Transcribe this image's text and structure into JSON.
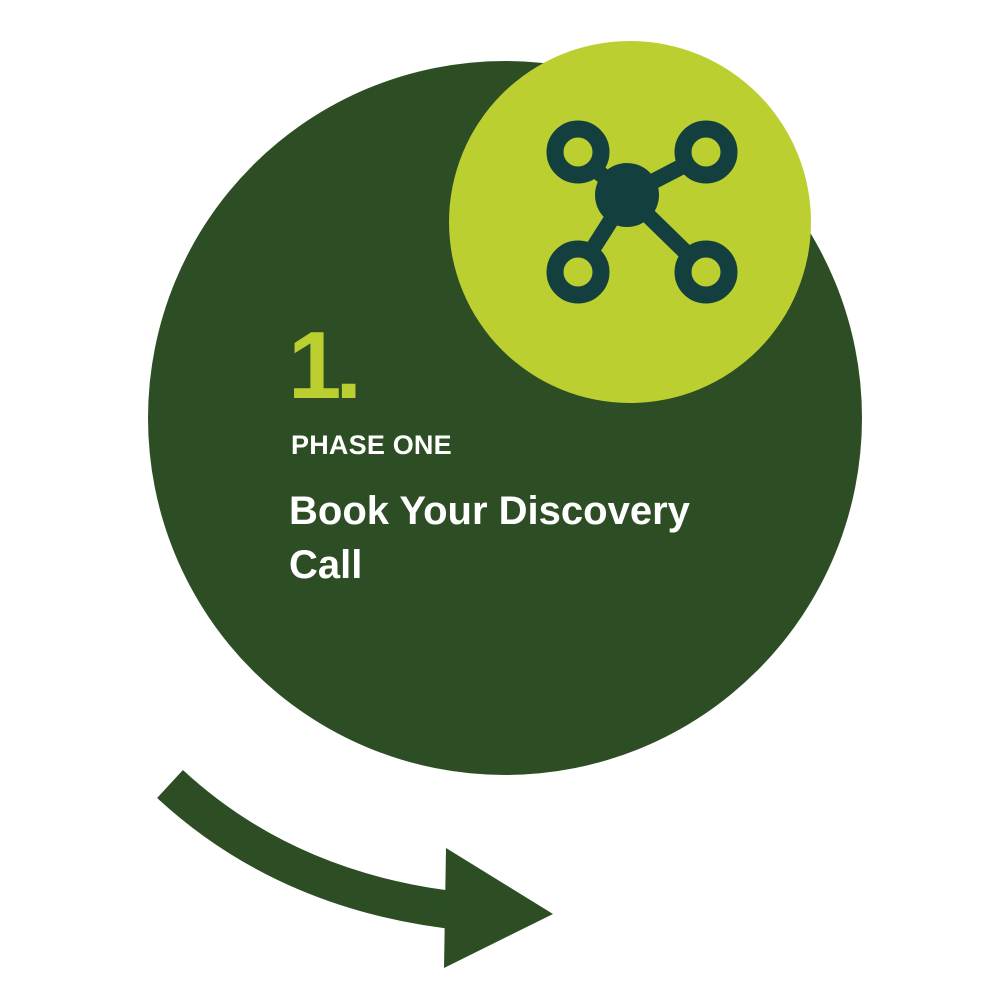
{
  "step": {
    "number": "1.",
    "phase_label": "PHASE ONE",
    "title": "Book Your Discovery Call"
  },
  "icons": {
    "step_icon": "network-nodes-icon",
    "next_arrow": "curved-arrow-right-icon"
  },
  "colors": {
    "main_circle": "#2d4e24",
    "accent_circle": "#bccf30",
    "icon": "#13403f",
    "arrow": "#2d4e24",
    "text": "#ffffff",
    "number": "#bccf30"
  }
}
